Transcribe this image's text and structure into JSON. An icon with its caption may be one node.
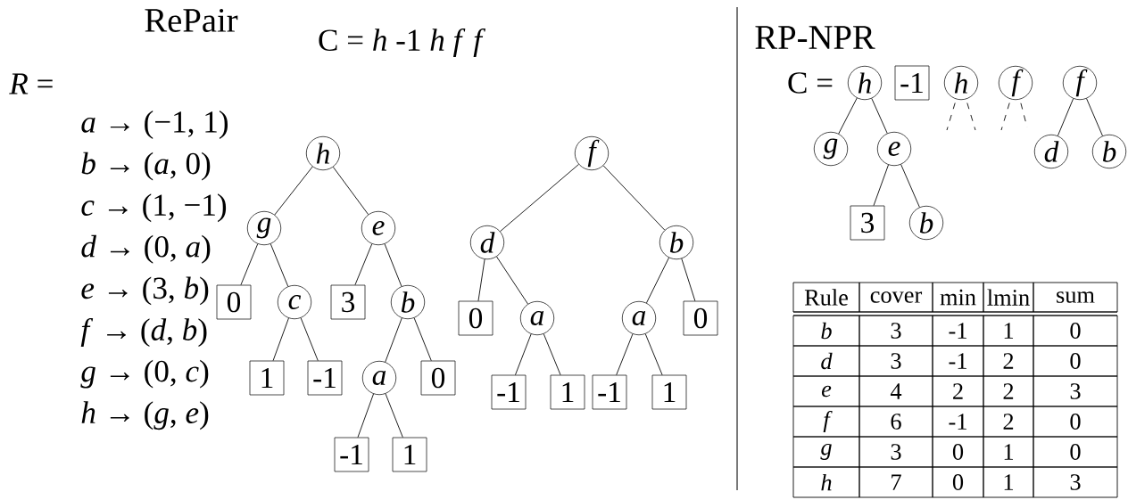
{
  "diagram": {
    "nodes": [
      {
        "text": [
          "h"
        ]
      },
      {
        "text": [
          "g"
        ]
      },
      {
        "text": [
          "e"
        ]
      },
      {
        "text": [
          "0"
        ]
      },
      {
        "text": [
          "c"
        ]
      },
      {
        "text": [
          "3"
        ]
      },
      {
        "text": [
          "b"
        ]
      },
      {
        "text": [
          "1"
        ]
      },
      {
        "text": [
          "-1"
        ]
      },
      {
        "text": [
          "a"
        ]
      },
      {
        "text": [
          "0"
        ]
      },
      {
        "text": [
          "-1"
        ]
      },
      {
        "text": [
          "1"
        ]
      },
      {
        "text": [
          "f"
        ]
      },
      {
        "text": [
          "d"
        ]
      },
      {
        "text": [
          "b"
        ]
      },
      {
        "text": [
          "0"
        ]
      },
      {
        "text": [
          "a"
        ]
      },
      {
        "text": [
          "a"
        ]
      },
      {
        "text": [
          "0"
        ]
      },
      {
        "text": [
          "-1"
        ]
      },
      {
        "text": [
          "1"
        ]
      },
      {
        "text": [
          "-1"
        ]
      },
      {
        "text": [
          "1"
        ]
      },
      {
        "text": [
          "h"
        ]
      },
      {
        "text": [
          "-1"
        ]
      },
      {
        "text": [
          "h"
        ]
      },
      {
        "text": [
          "f"
        ]
      },
      {
        "text": [
          "f"
        ]
      },
      {
        "text": [
          "g"
        ]
      },
      {
        "text": [
          "e"
        ]
      },
      {
        "text": [
          "3"
        ]
      },
      {
        "text": [
          "b"
        ]
      },
      {
        "text": [
          "d"
        ]
      },
      {
        "text": [
          "b"
        ]
      }
    ],
    "edges": [
      {
        "from": 0,
        "to": 1,
        "arrow": "none"
      },
      {
        "from": 0,
        "to": 2,
        "arrow": "none"
      },
      {
        "from": 1,
        "to": 3,
        "arrow": "none"
      },
      {
        "from": 1,
        "to": 4,
        "arrow": "none"
      },
      {
        "from": 2,
        "to": 5,
        "arrow": "none"
      },
      {
        "from": 2,
        "to": 6,
        "arrow": "none"
      },
      {
        "from": 4,
        "to": 7,
        "arrow": "none"
      },
      {
        "from": 4,
        "to": 8,
        "arrow": "none"
      },
      {
        "from": 6,
        "to": 9,
        "arrow": "none"
      },
      {
        "from": 6,
        "to": 10,
        "arrow": "none"
      },
      {
        "from": 9,
        "to": 11,
        "arrow": "none"
      },
      {
        "from": 9,
        "to": 12,
        "arrow": "none"
      },
      {
        "from": 13,
        "to": 14,
        "arrow": "none"
      },
      {
        "from": 13,
        "to": 15,
        "arrow": "none"
      },
      {
        "from": 14,
        "to": 16,
        "arrow": "none"
      },
      {
        "from": 14,
        "to": 17,
        "arrow": "none"
      },
      {
        "from": 15,
        "to": 18,
        "arrow": "none"
      },
      {
        "from": 15,
        "to": 19,
        "arrow": "none"
      },
      {
        "from": 17,
        "to": 20,
        "arrow": "none"
      },
      {
        "from": 17,
        "to": 21,
        "arrow": "none"
      },
      {
        "from": 18,
        "to": 22,
        "arrow": "none"
      },
      {
        "from": 18,
        "to": 23,
        "arrow": "none"
      },
      {
        "from": 24,
        "to": 29,
        "arrow": "none"
      },
      {
        "from": 24,
        "to": 30,
        "arrow": "none"
      },
      {
        "from": 30,
        "to": 31,
        "arrow": "none"
      },
      {
        "from": 30,
        "to": 32,
        "arrow": "none"
      },
      {
        "from": 28,
        "to": 33,
        "arrow": "none"
      },
      {
        "from": 28,
        "to": 34,
        "arrow": "none"
      },
      {
        "from": 26,
        "to": null,
        "arrow": "none",
        "style": "dashed"
      },
      {
        "from": 26,
        "to": null,
        "arrow": "none",
        "style": "dashed"
      },
      {
        "from": 27,
        "to": null,
        "arrow": "none",
        "style": "dashed"
      },
      {
        "from": 27,
        "to": null,
        "arrow": "none",
        "style": "dashed"
      }
    ],
    "labels": [
      "RePair",
      "*R* =",
      "C = *h* -1 *h* *f* *f*",
      "*a* → (−1, 1)",
      "*b* → (*a*, 0)",
      "*c* → (1, −1)",
      "*d* → (0, *a*)",
      "*e* → (3, *b*)",
      "*f* → (*d*, *b*)",
      "*g* → (0, *c*)",
      "*h* → (*g*, *e*)",
      "RP-NPR",
      "C =",
      "Rule",
      "cover",
      "min",
      "lmin",
      "sum",
      "b",
      "3",
      "-1",
      "1",
      "0",
      "d",
      "3",
      "-1",
      "2",
      "0",
      "e",
      "4",
      "2",
      "2",
      "3",
      "f",
      "6",
      "-1",
      "2",
      "0",
      "g",
      "3",
      "0",
      "1",
      "0",
      "h",
      "7",
      "0",
      "1",
      "3"
    ]
  }
}
